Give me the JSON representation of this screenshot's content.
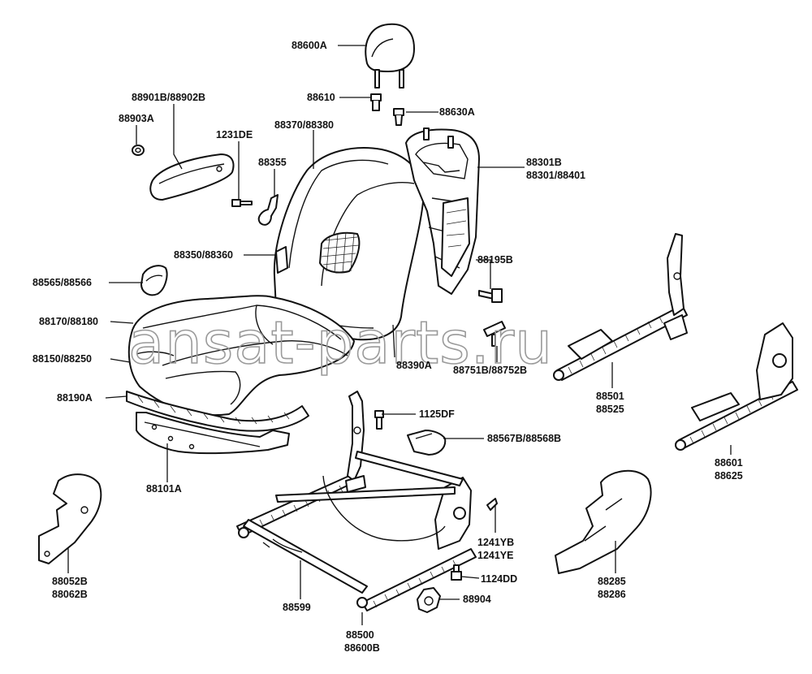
{
  "watermark": "ansat-parts.ru",
  "labels": {
    "l88600A": "88600A",
    "l88610": "88610",
    "l88630A": "88630A",
    "l88901B": "88901B/88902B",
    "l88903A": "88903A",
    "l1231DE": "1231DE",
    "l88370": "88370/88380",
    "l88355": "88355",
    "l88301B": "88301B",
    "l88301": "88301/88401",
    "l88350": "88350/88360",
    "l88195B": "88195B",
    "l88565": "88565/88566",
    "l88170": "88170/88180",
    "l88150": "88150/88250",
    "l88390A": "88390A",
    "l88751B": "88751B/88752B",
    "l88501": "88501",
    "l88525": "88525",
    "l88190A": "88190A",
    "l1125DF": "1125DF",
    "l88567B": "88567B/88568B",
    "l88601": "88601",
    "l88625": "88625",
    "l88101A": "88101A",
    "l1241YB": "1241YB",
    "l1241YE": "1241YE",
    "l88052B": "88052B",
    "l88062B": "88062B",
    "l88285": "88285",
    "l88286": "88286",
    "l1124DD": "1124DD",
    "l88599": "88599",
    "l88904": "88904",
    "l88500": "88500",
    "l88600B": "88600B"
  }
}
